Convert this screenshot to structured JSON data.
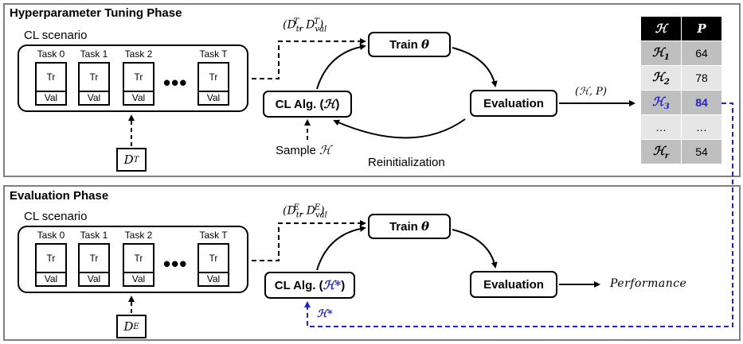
{
  "phases": {
    "tuning": {
      "title": "Hyperparameter Tuning Phase",
      "scenario_label": "CL scenario",
      "data_label": "D",
      "data_sup": "T",
      "train_label": "Train ",
      "train_sym": "θ",
      "alg_label": "CL Alg. (",
      "alg_sym": "ℋ",
      "alg_close": ")",
      "eval_label": "Evaluation",
      "data_pair": {
        "open": "(",
        "d1": "D",
        "d1_sub": "tr",
        "d1_sup": "T",
        "sep": ", ",
        "d2": "D",
        "d2_sub": "val",
        "d2_sup": "T",
        "close": ")"
      },
      "sample_label": "Sample ",
      "sample_sym": "ℋ",
      "reinit_label": "Reinitialization",
      "output_label": "(ℋ, P)"
    },
    "evaluation": {
      "title": "Evaluation Phase",
      "scenario_label": "CL scenario",
      "data_label": "D",
      "data_sup": "E",
      "train_label": "Train ",
      "train_sym": "θ",
      "alg_label": "CL Alg. (",
      "alg_sym": "ℋ*",
      "alg_close": ")",
      "eval_label": "Evaluation",
      "data_pair": {
        "open": "(",
        "d1": "D",
        "d1_sub": "tr",
        "d1_sup": "E",
        "sep": ", ",
        "d2": "D",
        "d2_sub": "val",
        "d2_sup": "E",
        "close": ")"
      },
      "output_label": "Performance",
      "feedback_label": "ℋ*"
    }
  },
  "tasks": [
    {
      "label": "Task 0",
      "tr": "Tr",
      "val": "Val"
    },
    {
      "label": "Task 1",
      "tr": "Tr",
      "val": "Val"
    },
    {
      "label": "Task 2",
      "tr": "Tr",
      "val": "Val"
    },
    {
      "label": "Task T",
      "tr": "Tr",
      "val": "Val"
    }
  ],
  "ellipsis": "•••",
  "table": {
    "headers": [
      "ℋ",
      "P"
    ],
    "rows": [
      {
        "key": "ℋ",
        "sub": "1",
        "value": "64"
      },
      {
        "key": "ℋ",
        "sub": "2",
        "value": "78"
      },
      {
        "key": "ℋ",
        "sub": "3",
        "value": "84"
      },
      {
        "key": "…",
        "sub": "",
        "value": "…"
      },
      {
        "key": "ℋ",
        "sub": "r",
        "value": "54"
      }
    ]
  },
  "colors": {
    "highlight": "#2222cc",
    "frame": "#7f7f7f",
    "header_bg": "#000000",
    "row_dark": "#bfbfbf",
    "row_light": "#e6e6e6"
  }
}
